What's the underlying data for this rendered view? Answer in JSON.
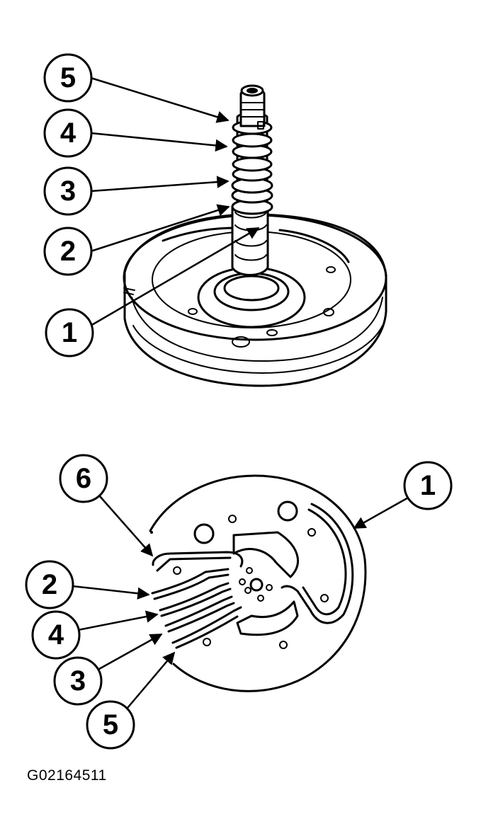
{
  "figure_code": "G02164511",
  "top_view": {
    "callouts": [
      {
        "label": "5"
      },
      {
        "label": "4"
      },
      {
        "label": "3"
      },
      {
        "label": "2"
      },
      {
        "label": "1"
      }
    ]
  },
  "bottom_view": {
    "callouts": [
      {
        "label": "6"
      },
      {
        "label": "1"
      },
      {
        "label": "2"
      },
      {
        "label": "4"
      },
      {
        "label": "3"
      },
      {
        "label": "5"
      }
    ]
  }
}
